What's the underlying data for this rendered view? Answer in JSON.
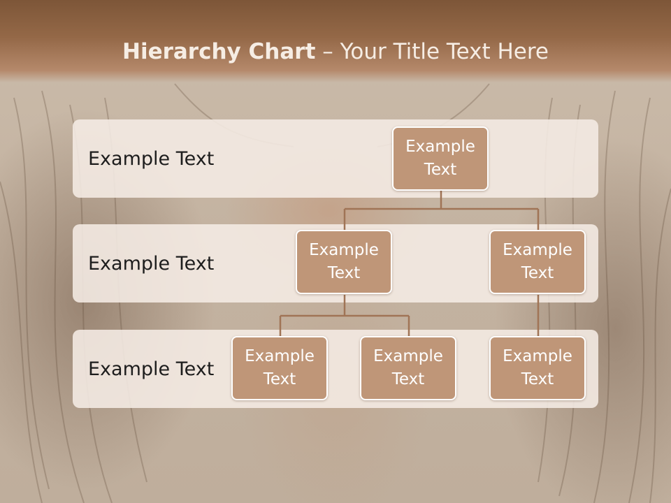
{
  "slide": {
    "title_bold": "Hierarchy Chart",
    "title_rest": " – Your Title Text Here"
  },
  "levels": [
    {
      "label": "Example Text"
    },
    {
      "label": "Example Text"
    },
    {
      "label": "Example Text"
    }
  ],
  "nodes": [
    {
      "label": "Example Text"
    },
    {
      "label": "Example Text"
    },
    {
      "label": "Example Text"
    },
    {
      "label": "Example Text"
    },
    {
      "label": "Example Text"
    },
    {
      "label": "Example Text"
    }
  ],
  "colors": {
    "header": "#946847",
    "node_fill": "#bf9678",
    "node_border": "#ffffff",
    "connector": "#a07456",
    "band": "#f5ece5"
  }
}
